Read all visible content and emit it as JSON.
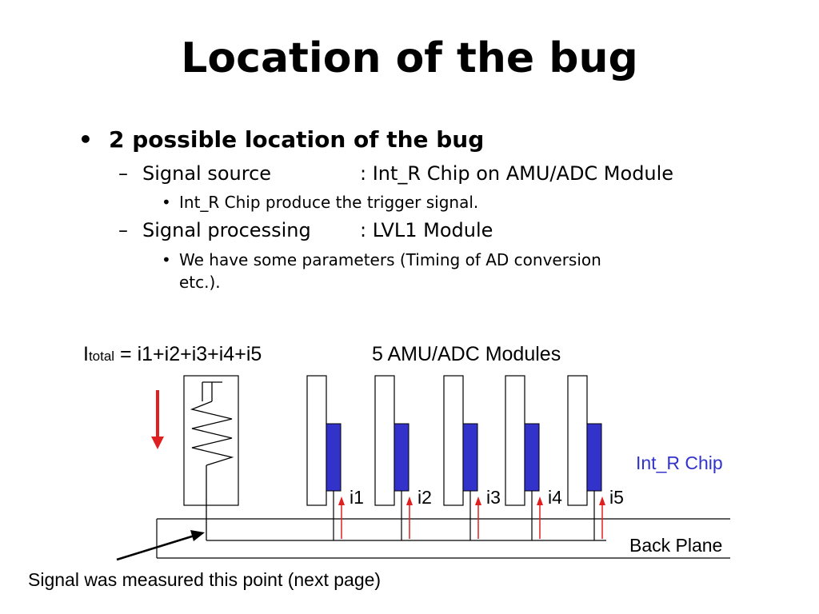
{
  "slide": {
    "title": "Location of the bug",
    "bullet1": "2 possible location of the bug",
    "sub1": {
      "label": "Signal source",
      "value": ": Int_R Chip on AMU/ADC Module"
    },
    "sub1_bullet": "Int_R Chip produce the trigger signal.",
    "sub2": {
      "label": "Signal processing",
      "value": ": LVL1 Module"
    },
    "sub2_bullet_line1": "We have some parameters (Timing of AD conversion",
    "sub2_bullet_line2": "etc.).",
    "bullet_glyph": "•",
    "dash_glyph": "–"
  },
  "diagram": {
    "itotal_I": "I",
    "itotal_sub": "total",
    "itotal_rest": " = i1+i2+i3+i4+i5",
    "modules_label": "5 AMU/ADC Modules",
    "chip_label": "Int_R Chip",
    "currents": [
      "i1",
      "i2",
      "i3",
      "i4",
      "i5"
    ],
    "backplane_label": "Back Plane",
    "measure_label": "Signal was measured this point (next page)",
    "colors": {
      "chip": "#3333cc",
      "chip_label": "#3333cc",
      "arrow": "#e02020",
      "line": "#000000"
    }
  }
}
